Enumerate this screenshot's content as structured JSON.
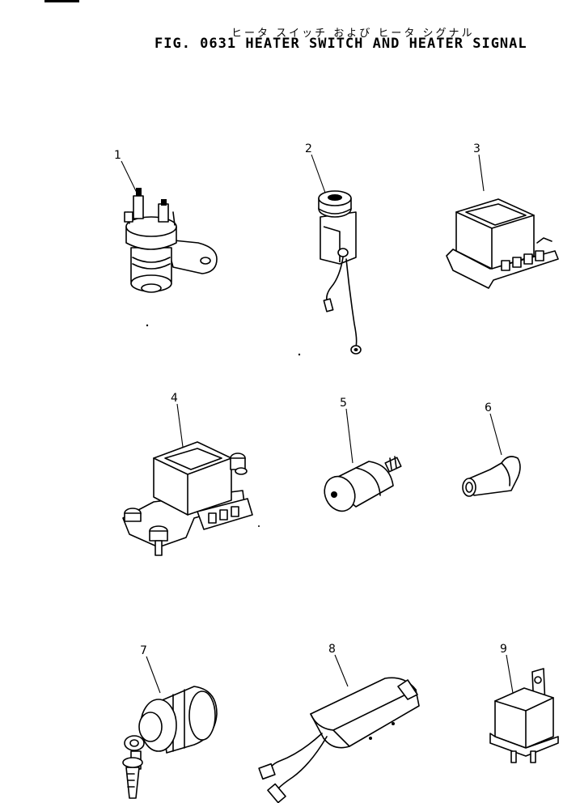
{
  "figure": {
    "title_jp": "ヒータ スイッチ および ヒータ シグナル",
    "title_en": "FIG. 0631  HEATER SWITCH AND HEATER SIGNAL"
  },
  "callouts": [
    "1",
    "2",
    "3",
    "4",
    "5",
    "6",
    "7",
    "8",
    "9"
  ],
  "colors": {
    "ink": "#000000",
    "paper": "#ffffff"
  }
}
